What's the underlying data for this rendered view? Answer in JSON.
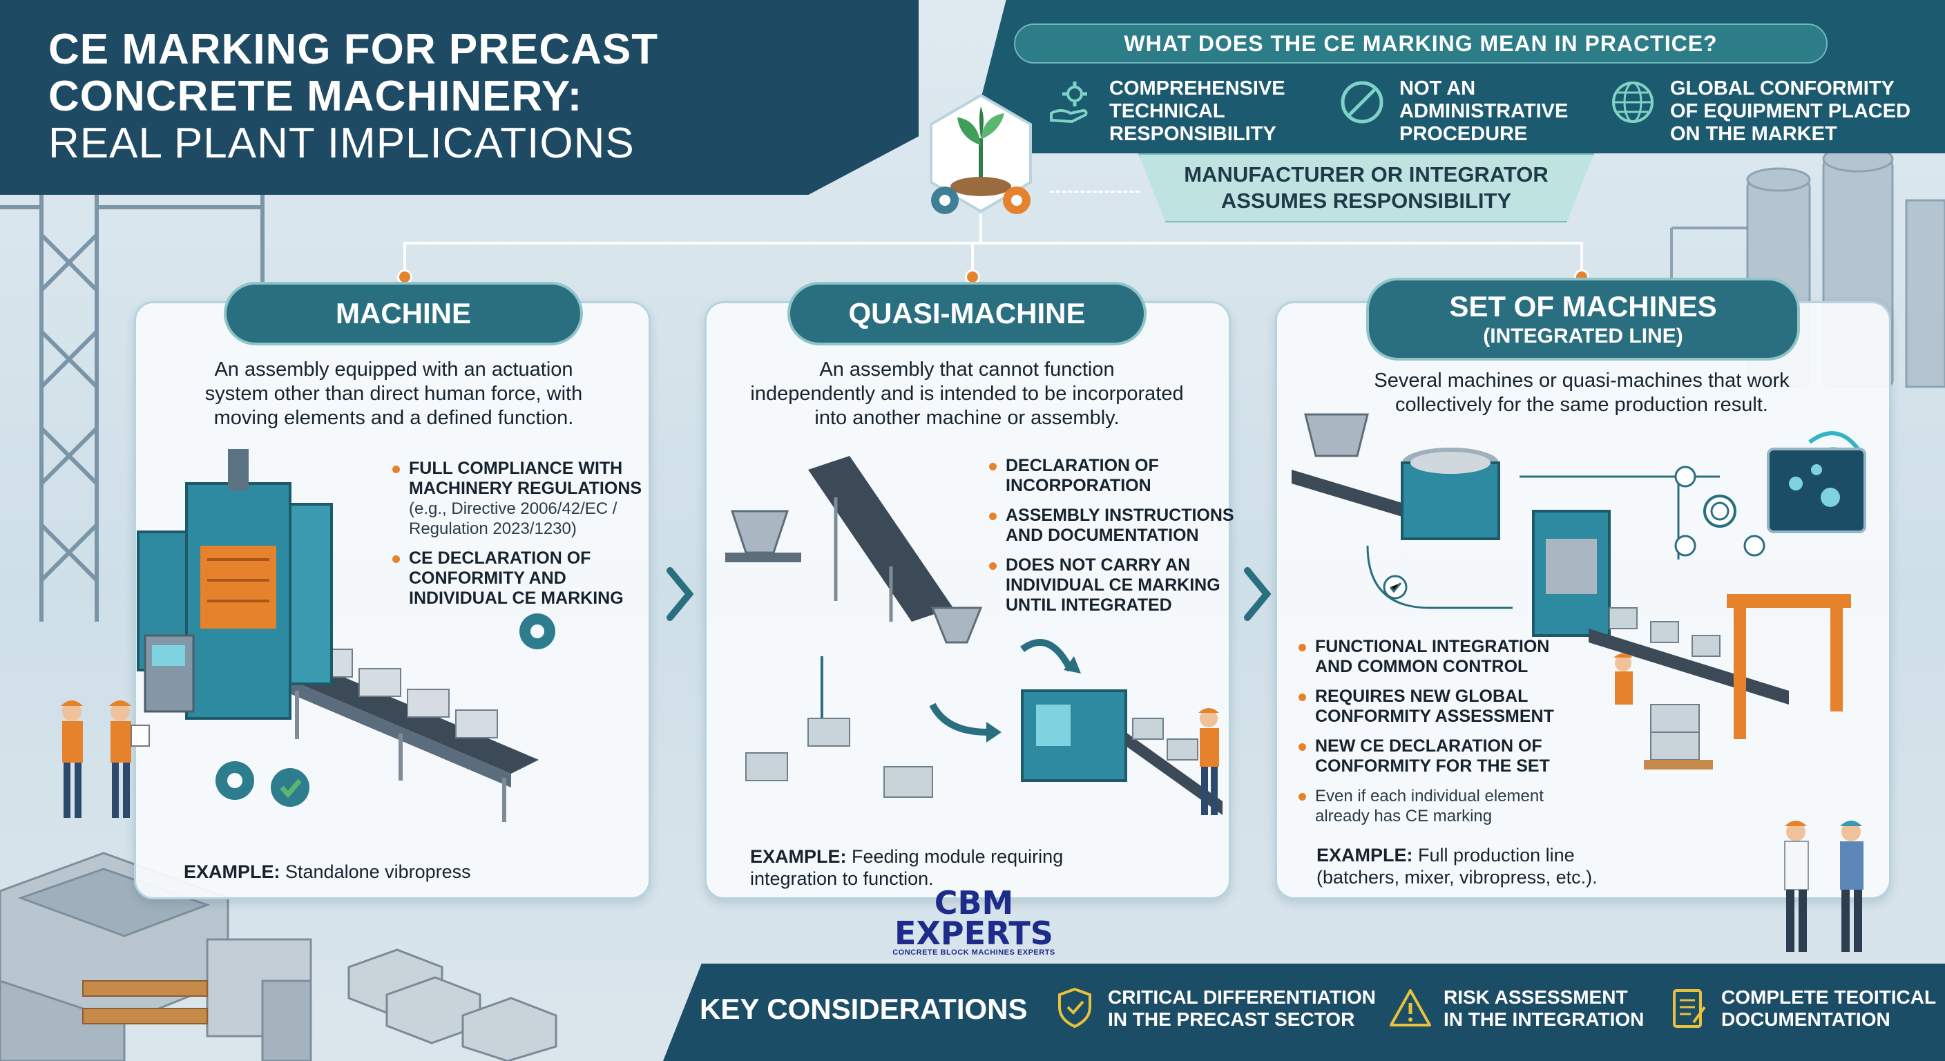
{
  "header": {
    "title_line1": "CE MARKING FOR PRECAST",
    "title_line2": "CONCRETE MACHINERY:",
    "title_line3": "REAL PLANT IMPLICATIONS"
  },
  "practice": {
    "question": "WHAT DOES THE CE MARKING MEAN IN PRACTICE?",
    "items": [
      {
        "icon": "gear-hand-icon",
        "line1": "COMPREHENSIVE",
        "line2": "TECHNICAL",
        "line3": "RESPONSIBILITY"
      },
      {
        "icon": "prohibited-icon",
        "line1": "NOT AN",
        "line2": "ADMINISTRATIVE",
        "line3": "PROCEDURE"
      },
      {
        "icon": "globe-icon",
        "line1": "GLOBAL CONFORMITY",
        "line2": "OF EQUIPMENT PLACED",
        "line3": "ON THE MARKET"
      }
    ],
    "responsibility_line1": "MANUFACTURER OR INTEGRATOR",
    "responsibility_line2": "ASSUMES RESPONSIBILITY"
  },
  "cards": {
    "machine": {
      "title": "MACHINE",
      "desc1": "An assembly equipped with an actuation",
      "desc2": "system other than direct human force, with",
      "desc3": "moving elements and a defined function.",
      "b1_l1": "FULL COMPLIANCE WITH",
      "b1_l2": "MACHINERY REGULATIONS",
      "b1_n1": "(e.g., Directive 2006/42/EC /",
      "b1_n2": "Regulation 2023/1230)",
      "b2_l1": "CE DECLARATION OF",
      "b2_l2": "CONFORMITY AND",
      "b2_l3": "INDIVIDUAL CE MARKING",
      "example_label": "EXAMPLE:",
      "example_text": " Standalone vibropress"
    },
    "quasi": {
      "title": "QUASI-MACHINE",
      "desc1": "An assembly that cannot function",
      "desc2": "independently and is intended to be incorporated",
      "desc3": "into another machine or assembly.",
      "b1_l1": "DECLARATION OF",
      "b1_l2": "INCORPORATION",
      "b2_l1": "ASSEMBLY INSTRUCTIONS",
      "b2_l2": "AND DOCUMENTATION",
      "b3_l1": "DOES NOT CARRY AN",
      "b3_l2": "INDIVIDUAL CE MARKING",
      "b3_l3": "UNTIL INTEGRATED",
      "example_label": "EXAMPLE:",
      "example_text1": " Feeding module requiring",
      "example_text2": "integration to function."
    },
    "set": {
      "title": "SET OF MACHINES",
      "subtitle": "(INTEGRATED LINE)",
      "desc1": "Several machines or quasi-machines that work",
      "desc2": "collectively for the same production result.",
      "b1_l1": "FUNCTIONAL INTEGRATION",
      "b1_l2": "AND COMMON CONTROL",
      "b2_l1": "REQUIRES NEW GLOBAL",
      "b2_l2": "CONFORMITY ASSESSMENT",
      "b3_l1": "NEW CE DECLARATION OF",
      "b3_l2": "CONFORMITY FOR THE SET",
      "b4_l1": "Even if each individual element",
      "b4_l2": "already has CE marking",
      "example_label": "EXAMPLE:",
      "example_text1": " Full production line",
      "example_text2": "(batchers, mixer, vibropress, etc.)."
    }
  },
  "logo": {
    "line1": "CBM",
    "line2": "EXPERTS",
    "line3": "CONCRETE BLOCK MACHINES EXPERTS"
  },
  "key": {
    "title": "KEY CONSIDERATIONS",
    "items": [
      {
        "icon": "shield-network-icon",
        "line1": "CRITICAL DIFFERENTIATION",
        "line2": "IN THE PRECAST SECTOR"
      },
      {
        "icon": "warning-triangle-icon",
        "line1": "RISK ASSESSMENT",
        "line2": "IN THE INTEGRATION"
      },
      {
        "icon": "document-icon",
        "line1": "COMPLETE TEOITICAL",
        "line2": "DOCUMENTATION"
      }
    ]
  },
  "colors": {
    "navy": "#1e4a63",
    "teal": "#2a6f80",
    "accent_orange": "#e6822c",
    "mint": "#bfe3e0"
  }
}
